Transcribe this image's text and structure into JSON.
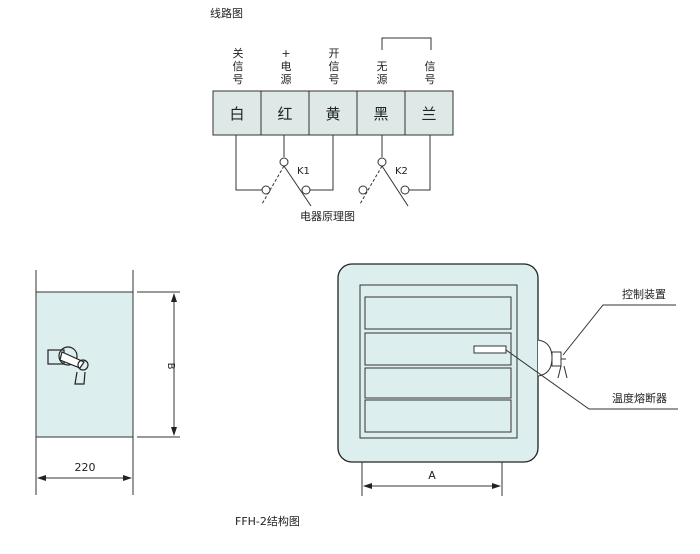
{
  "wiring": {
    "title": "线路图",
    "signal_labels": [
      "关信号",
      "+电源",
      "开信号",
      "无源",
      "信号"
    ],
    "terminals": [
      "白",
      "红",
      "黄",
      "黑",
      "兰"
    ],
    "switches": [
      "K1",
      "K2"
    ],
    "caption": "电器原理图"
  },
  "side_view": {
    "width_label": "220",
    "height_label": "B"
  },
  "front_view": {
    "width_label": "A",
    "callout_control": "控制装置",
    "callout_fuse": "温度熔断器",
    "caption": "FFH-2结构图"
  },
  "colors": {
    "panel_fill": "#dceeed",
    "terminal_fill": "#dde8e7",
    "line": "#333333"
  }
}
